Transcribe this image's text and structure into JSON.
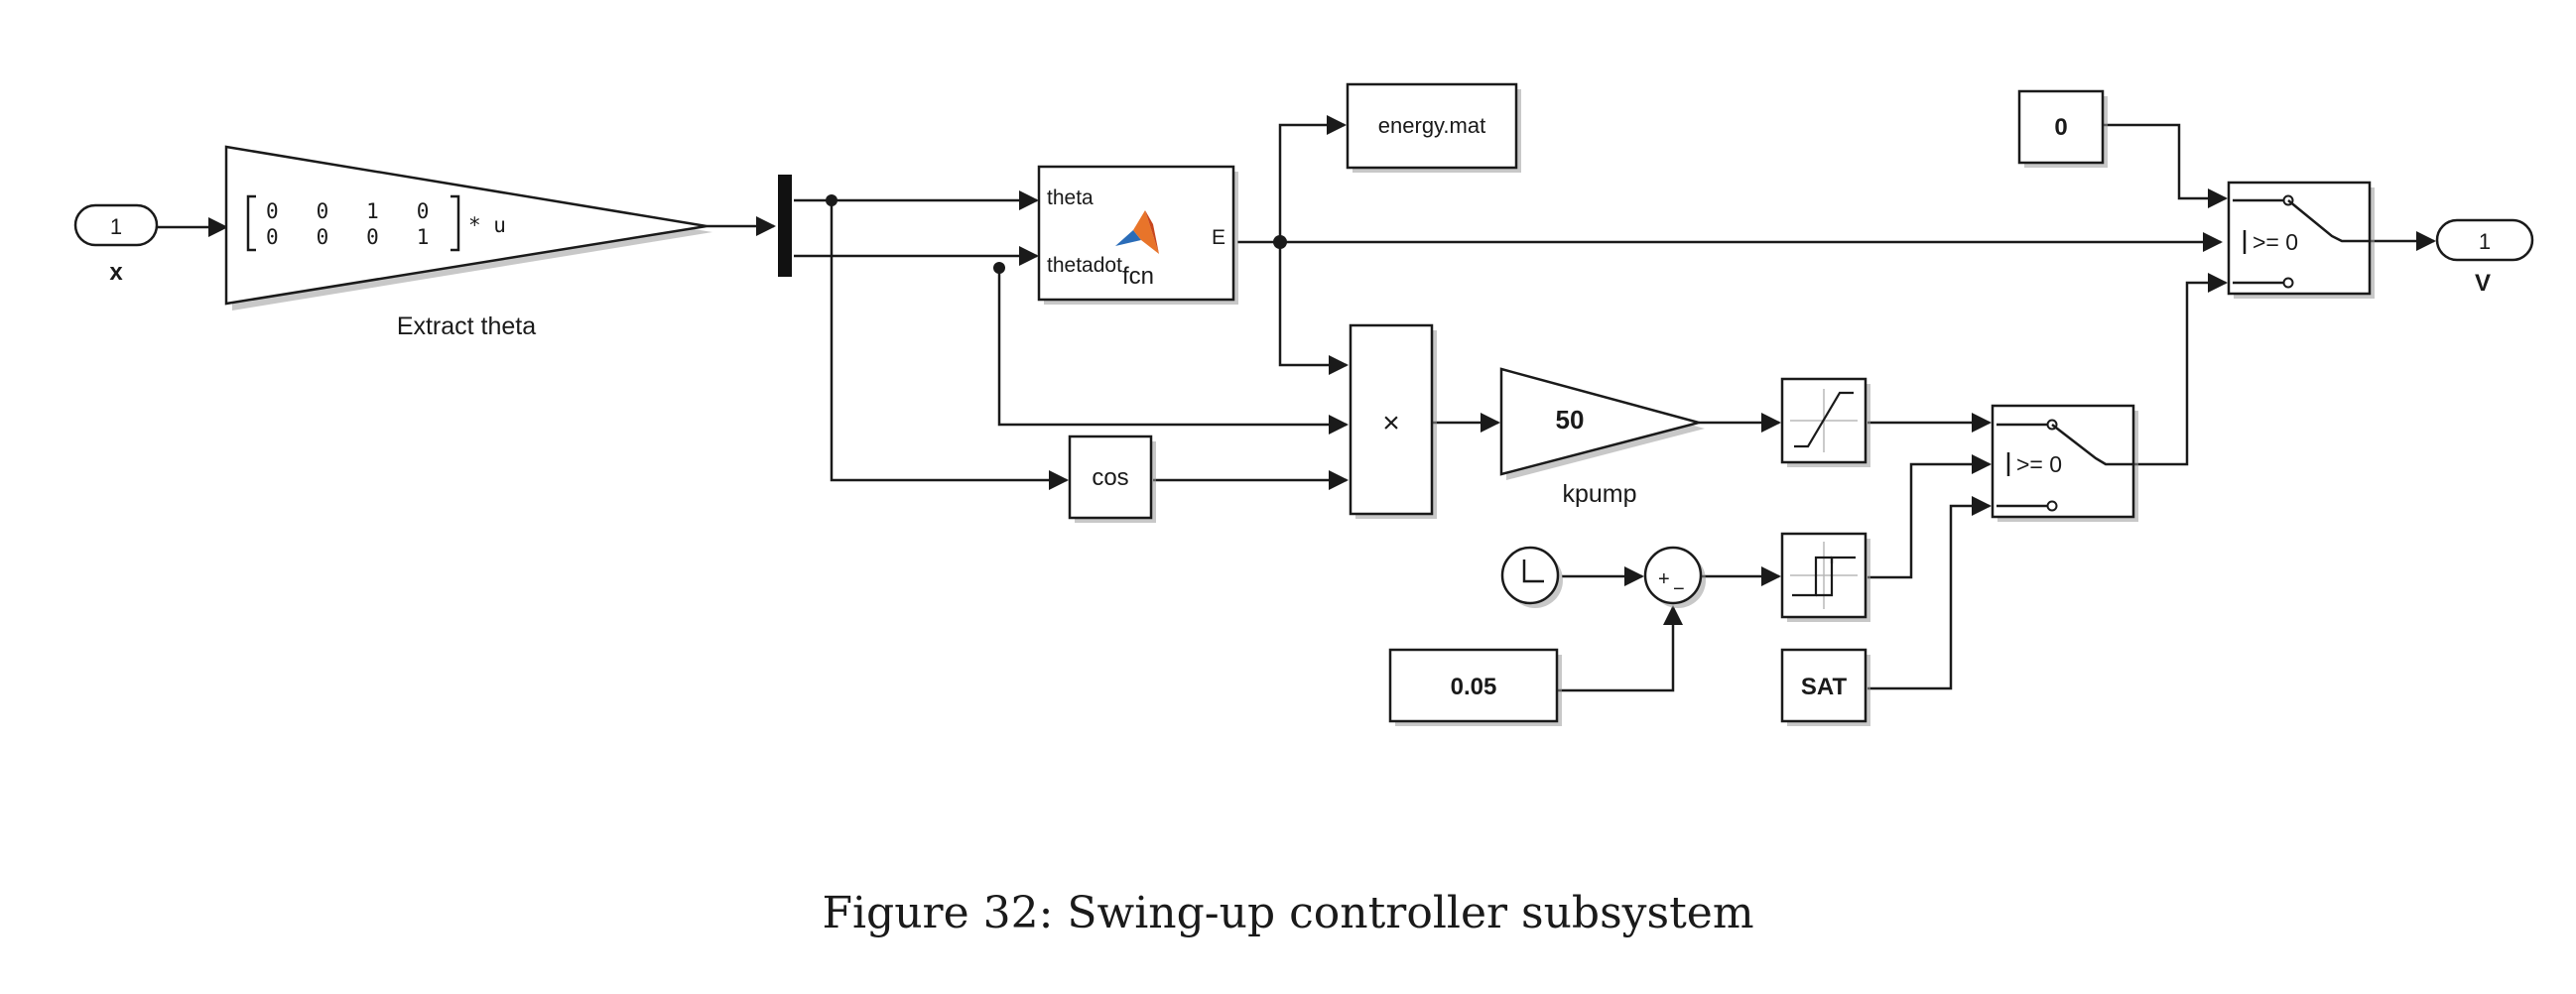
{
  "diagram": {
    "inport": {
      "number": "1",
      "label": "x"
    },
    "extract_gain": {
      "matrix_row1": "0   0   1   0",
      "matrix_row2": "0   0   0   1",
      "suffix": "* u",
      "label": "Extract theta"
    },
    "fcn_block": {
      "input1": "theta",
      "input2": "thetadot",
      "output": "E",
      "name": "fcn"
    },
    "to_file": {
      "text": "energy.mat"
    },
    "const_zero": {
      "text": "0"
    },
    "switch_main": {
      "criteria": ">= 0"
    },
    "outport": {
      "number": "1",
      "label": "V"
    },
    "product": {
      "symbol": "×"
    },
    "kpump_gain": {
      "value": "50",
      "label": "kpump"
    },
    "cos_block": {
      "text": "cos"
    },
    "switch_inner": {
      "criteria": ">= 0"
    },
    "sum_block": {
      "plus": "+",
      "minus": "−"
    },
    "const_005": {
      "text": "0.05"
    },
    "sat_const": {
      "text": "SAT"
    }
  },
  "caption": "Figure 32: Swing-up controller subsystem"
}
